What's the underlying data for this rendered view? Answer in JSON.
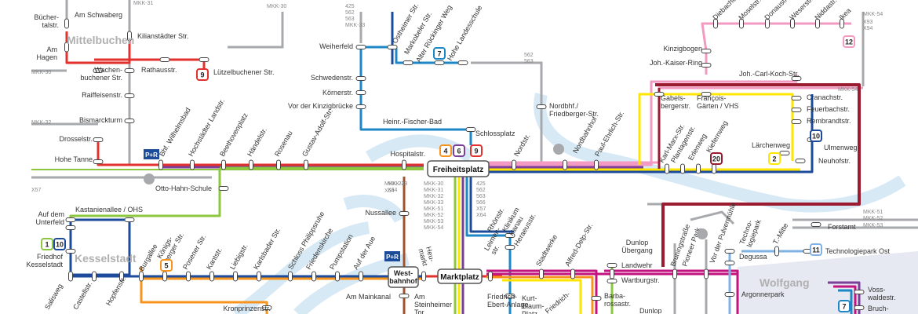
{
  "colors": {
    "red": "#e3312d",
    "green": "#8dc63f",
    "orange": "#f7941d",
    "purple": "#7b3f99",
    "magenta": "#c2147f",
    "darkblue": "#1c4b9c",
    "lightblue": "#1e88c7",
    "yellow": "#ffe600",
    "pink": "#f29ac1",
    "darkred": "#9b1b30",
    "gray": "#a7a9ac",
    "brown": "#a0522d",
    "water": "#d6e9f5",
    "district": "#dfe4ef"
  },
  "districts": {
    "mittelbuchen": "Mittelbuchen",
    "kesselstadt": "Kesselstadt",
    "wolfgang": "Wolfgang"
  },
  "hubs": {
    "freiheitsplatz": "Freiheitsplatz",
    "marktplatz": "Marktplatz",
    "westbahnhof": "West-\nbahnhof"
  },
  "line_badges": [
    {
      "num": "9",
      "color": "#e3312d"
    },
    {
      "num": "7",
      "color": "#1e88c7"
    },
    {
      "num": "12",
      "color": "#f29ac1"
    },
    {
      "num": "4",
      "color": "#f7941d"
    },
    {
      "num": "6",
      "color": "#7b3f99"
    },
    {
      "num": "9",
      "color": "#e3312d"
    },
    {
      "num": "10",
      "color": "#1c4b9c"
    },
    {
      "num": "20",
      "color": "#9b1b30"
    },
    {
      "num": "2",
      "color": "#ffe600"
    },
    {
      "num": "1",
      "color": "#8dc63f"
    },
    {
      "num": "10",
      "color": "#1c4b9c"
    },
    {
      "num": "5",
      "color": "#f7941d"
    },
    {
      "num": "11",
      "color": "#7fb2e5"
    },
    {
      "num": "7",
      "color": "#1e88c7"
    }
  ],
  "mkk_labels": [
    "MKK-31",
    "MKK-30",
    "MKK-30",
    "MKK-32",
    "MKK-54",
    "X93",
    "X94",
    "MKK-54",
    "MKK-51",
    "MKK-52",
    "MKK-53",
    "X57",
    "MKK-23",
    "X64"
  ],
  "route_stacks": {
    "north_center": [
      "425",
      "562",
      "563",
      "MKK-33"
    ],
    "right_center": [
      "562",
      "563"
    ],
    "freiheit_south_a": [
      "MKK-23",
      "X64"
    ],
    "freiheit_south_b": [
      "MKK-30",
      "MKK-31",
      "MKK-32",
      "MKK-33",
      "MKK-51",
      "MKK-52",
      "MKK-53",
      "MKK-54"
    ],
    "freiheit_south_c": [
      "425",
      "562",
      "563",
      "566",
      "X57",
      "X64"
    ]
  },
  "stations": {
    "buecher_talstr": "Bücher-\ntalstr.",
    "am_schwaberg": "Am Schwaberg",
    "am_hagen": "Am\nHagen",
    "kilianstaedter": "Kilianstädter Str.",
    "wachenbuchener": "Wachen-\nbuchener Str.",
    "rathausstr": "Rathausstr.",
    "luetzelbuchener": "Lützelbuchener Str.",
    "raiffeisenstr": "Raiffeisenstr.",
    "bismarckturm": "Bismarckturm",
    "drosselstr": "Drosselstr.",
    "hohe_tanne": "Hohe Tanne",
    "bhf_wilhelmsbad": "Bhf. Wilhelmsbad",
    "hochstaedter": "Hochstädter Landstr.",
    "beethovenplatz": "Beethovenplatz",
    "haendelstr": "Händelstr.",
    "rosenau": "Rosenau",
    "gustav_adolf": "Gustav-Adolf-Str.",
    "otto_hahn": "Otto-Hahn-Schule",
    "kastanienallee": "Kastanienallee / OHS",
    "auf_dem_unterfeld": "Auf dem\nUnterfeld",
    "friedhof_kesselstadt": "Friedhof\nKesselstadt",
    "salisweg": "Salisweg",
    "castellstr": "Castellstr.",
    "hopfenstr": "Hopfenstr.",
    "burgallee": "Burgallee",
    "koenigsberger": "Königs-\nberger Str.",
    "posener": "Posener Str.",
    "kantstr": "Kantstr.",
    "liebigstr": "Liebigstr.",
    "karlsbader": "Karlsbader Str.",
    "schloss_philippsruhe": "Schloss Philippsruhe",
    "friedenskirche": "Friedenskirche",
    "pumpstation": "Pumpstation",
    "auf_der_aue": "Auf der Aue",
    "kronprinzenstr": "Kronprinzenstr.",
    "am_mainkanal": "Am Mainkanal",
    "am_steinheimer_tor": "Am\nSteinheimer\nTor",
    "nussallee": "Nussallee",
    "hospitalstr": "Hospitalstr.",
    "weiherfeld": "Weiherfeld",
    "schwedenstr": "Schwedenstr.",
    "koernerstr": "Körnerstr.",
    "vor_der_kinzigbruecke": "Vor der Kinzigbrücke",
    "ostheimer": "Ostheimer Str.",
    "marksbeler": "Markobeler Str.",
    "alter_rueckinger": "Alter Rückinger Weg",
    "hohe_landesschule": "Hohe Landesschule",
    "heinr_fischer_bad": "Heinr.-Fischer-Bad",
    "schlossplatz": "Schlossplatz",
    "nordstr": "Nordstr.",
    "nordbahnhof": "Nordbahnhof",
    "nordbhf_friedberger": "Nordbhf./\nFriedberger-Str.",
    "paul_ehrlich": "Paul-Ehrlich-Str.",
    "heu_markt": "Heu-\nmarkt",
    "leimenstr": "Leimen-\nstr.",
    "rhoenstr": "Rhönstr.",
    "klinikum": "Klinikum\nHanau",
    "heraeusstr": "Heraeusstr.",
    "stadtwerke": "Stadtwerke",
    "alfred_delp": "Alfred-Delp-Str.",
    "friedrich_ebert": "Friedrich-\nEbert-Anlage",
    "kurt_blaum": "Kurt-\nBlaum-\nPlatz",
    "friedrich_short": "Friedrich-",
    "dunlop": "Dunlop\nÜbergang",
    "bruningstrasse": "Bruningstraße",
    "pioneer_park": "Pioneer Park",
    "vor_der_pulvermuehle": "Vor der Pulvermühle",
    "technologiepark": "Techno-\nlogiepark",
    "t_mitte": "T.-Mitte",
    "technologiepark_ost": "Technologiepark Ost",
    "forstamt": "Forstamt",
    "degussa": "Degussa",
    "argonnerpark": "Argonnerpark",
    "landwehr": "Landwehr",
    "wartburgstr": "Wartburgstr.",
    "barbarossastr": "Barba-\nrossastr.",
    "dunlop_short": "Dunlop",
    "vosswaldestr": "Voss-\nwaldestr.",
    "bruch": "Bruch-",
    "kinzigbogen": "Kinzigbogen",
    "joh_kaiser_ring": "Joh.-Kaiser-Ring",
    "joh_carl_koch": "Joh.-Carl-Koch-Str.",
    "diebacher_weg": "Diebacher Weg",
    "mosel": "Moselstr.",
    "donau": "Donaustr.",
    "weser": "Weserstr.",
    "nidda": "Niddastr.",
    "ikea": "Ikea",
    "gabelsbergerstr": "Gabels-\nbergerstr.",
    "francois_gaerten": "François-\nGärten / VHS",
    "cranachstr": "Cranachstr.",
    "feuerbachstr": "Feuerbachstr.",
    "rembrandtstr": "Rembrandtstr.",
    "ulmenweg": "Ulmenweg",
    "neuhofstr": "Neuhofstr.",
    "laerchenweg": "Lärchenweg",
    "karl_marx": "Karl-Marx-Str.",
    "plantagenstr": "Plantagenstr.",
    "erlenweg": "Erlenweg",
    "kiefernweg": "Kiefernweg"
  },
  "pr_label": "P+R"
}
